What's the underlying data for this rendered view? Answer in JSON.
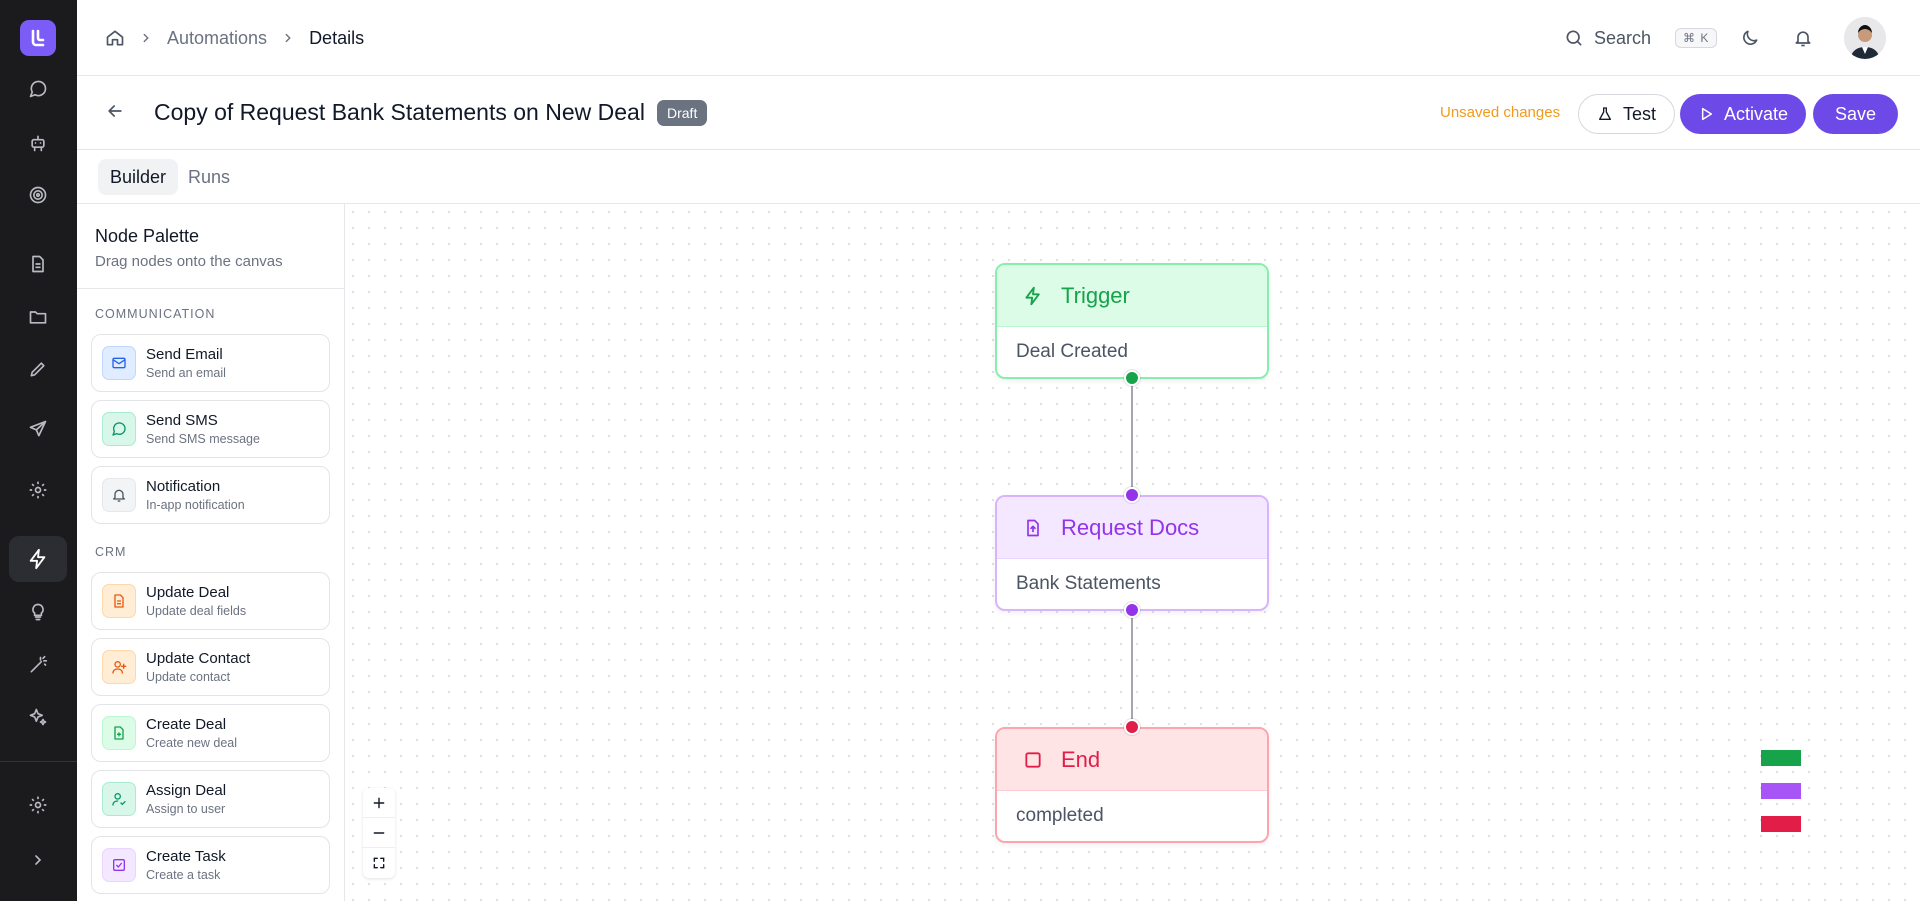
{
  "breadcrumb": {
    "section": "Automations",
    "current": "Details"
  },
  "search": {
    "label": "Search",
    "shortcut": "⌘ K"
  },
  "header": {
    "title": "Copy of Request Bank Statements on New Deal",
    "status": "Draft",
    "unsaved": "Unsaved changes",
    "test_label": "Test",
    "activate_label": "Activate",
    "save_label": "Save"
  },
  "tabs": [
    {
      "label": "Builder"
    },
    {
      "label": "Runs"
    }
  ],
  "palette": {
    "title": "Node Palette",
    "subtitle": "Drag nodes onto the canvas",
    "sections": [
      {
        "label": "COMMUNICATION",
        "items": [
          {
            "name": "Send Email",
            "desc": "Send an email"
          },
          {
            "name": "Send SMS",
            "desc": "Send SMS message"
          },
          {
            "name": "Notification",
            "desc": "In-app notification"
          }
        ]
      },
      {
        "label": "CRM",
        "items": [
          {
            "name": "Update Deal",
            "desc": "Update deal fields"
          },
          {
            "name": "Update Contact",
            "desc": "Update contact"
          },
          {
            "name": "Create Deal",
            "desc": "Create new deal"
          },
          {
            "name": "Assign Deal",
            "desc": "Assign to user"
          },
          {
            "name": "Create Task",
            "desc": "Create a task"
          }
        ]
      }
    ]
  },
  "flow": {
    "nodes": [
      {
        "title": "Trigger",
        "body": "Deal Created",
        "color": "#16a34a",
        "bg": "#dcfce7",
        "border": "#86efac",
        "icon": "bolt-icon"
      },
      {
        "title": "Request Docs",
        "body": "Bank Statements",
        "color": "#9333ea",
        "bg": "#f3e8ff",
        "border": "#d8b4fe",
        "icon": "file-upload-icon"
      },
      {
        "title": "End",
        "body": "completed",
        "color": "#e11d48",
        "bg": "#ffe4e6",
        "border": "#fda4af",
        "icon": "square-icon"
      }
    ]
  },
  "colors": {
    "accent": "#6d4ae8",
    "unsaved": "#f29a1b"
  }
}
